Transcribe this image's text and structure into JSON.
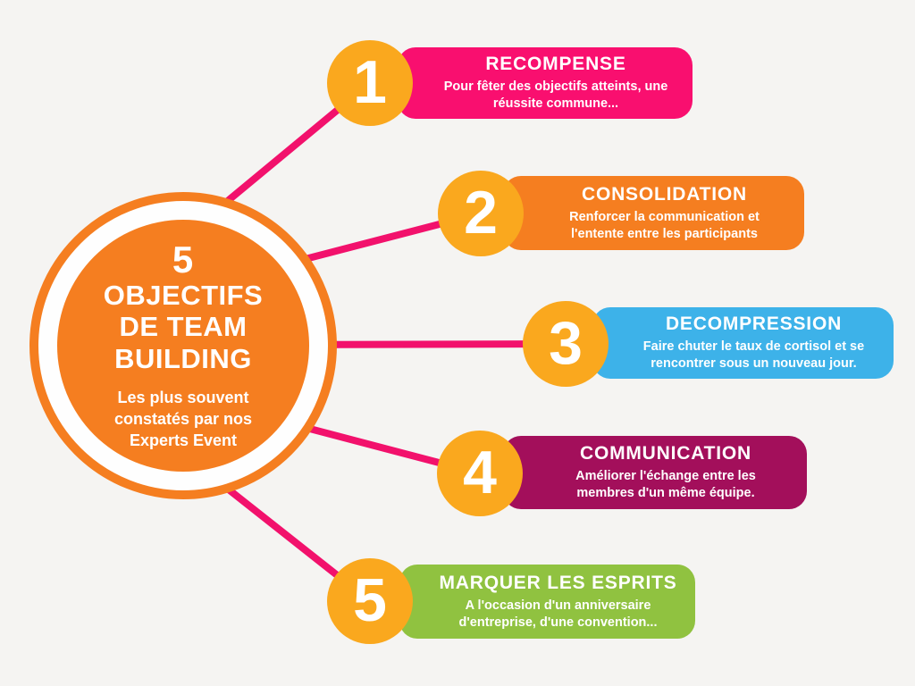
{
  "colors": {
    "background": "#F5F4F2",
    "line_pink": "#F2116C",
    "badge_amber": "#FAA81E",
    "center_orange": "#F57E20",
    "ring_gap_white": "#FEFEFE",
    "text_white": "#FFFFFF"
  },
  "center": {
    "number": "5",
    "title": "OBJECTIFS\nDE TEAM\nBUILDING",
    "subtitle": "Les plus souvent\nconstatés par nos\nExperts Event"
  },
  "items": [
    {
      "number": "1",
      "title": "RECOMPENSE",
      "description": "Pour fêter des objectifs atteints, une\nréussite commune...",
      "color": "#F90F6F"
    },
    {
      "number": "2",
      "title": "CONSOLIDATION",
      "description": "Renforcer la communication et\nl'entente entre les participants",
      "color": "#F57E20"
    },
    {
      "number": "3",
      "title": "DECOMPRESSION",
      "description": "Faire chuter le taux de cortisol et se\nrencontrer sous un nouveau jour.",
      "color": "#3DB2E9"
    },
    {
      "number": "4",
      "title": "COMMUNICATION",
      "description": "Améliorer l'échange entre les\nmembres d'un même équipe.",
      "color": "#A30F5B"
    },
    {
      "number": "5",
      "title": "MARQUER LES ESPRITS",
      "description": "A l'occasion d'un anniversaire\nd'entreprise, d'une convention...",
      "color": "#90C240"
    }
  ]
}
